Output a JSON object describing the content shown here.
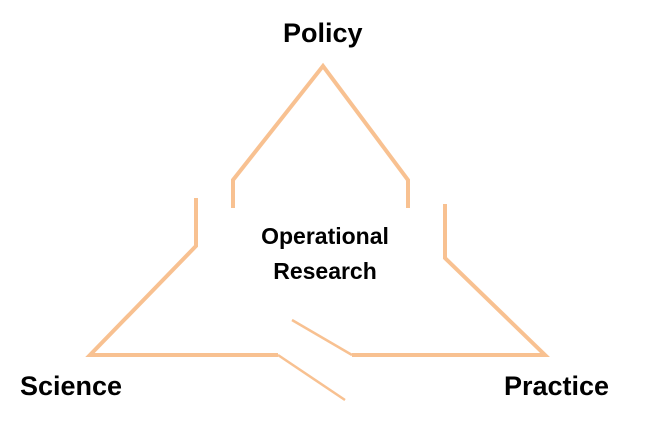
{
  "nodes": {
    "top": "Policy",
    "left": "Science",
    "right": "Practice"
  },
  "center": {
    "line1": "Operational",
    "line2": "Research"
  },
  "colors": {
    "stroke": "#F8C191",
    "text": "#000000"
  }
}
